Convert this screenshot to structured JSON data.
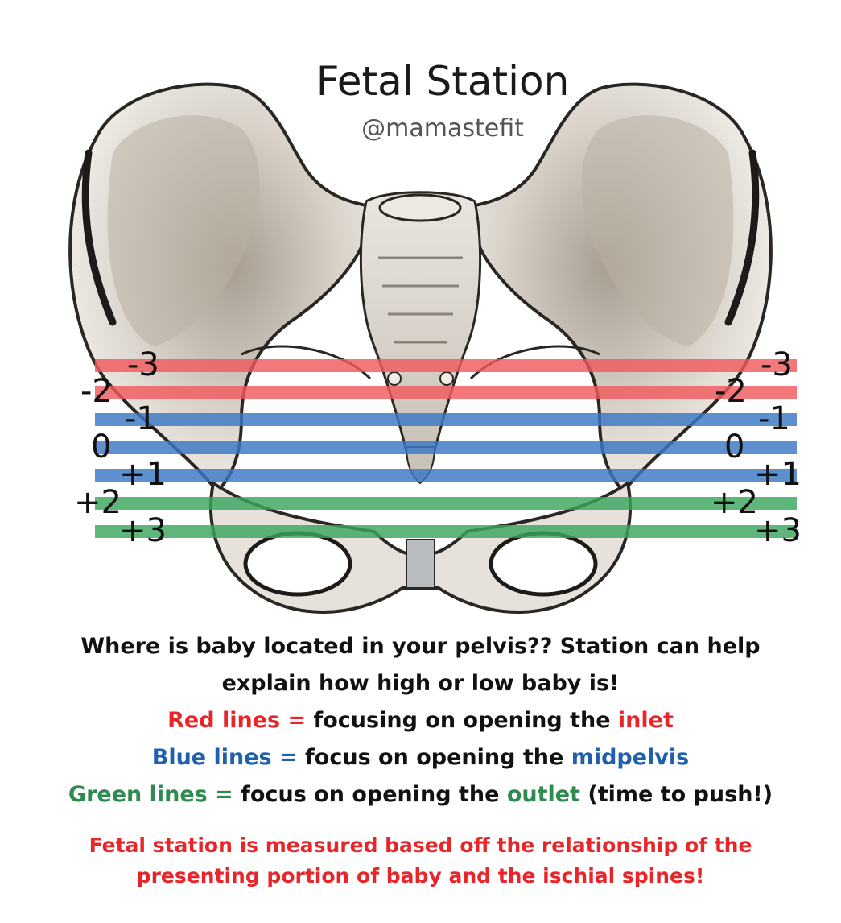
{
  "title": "Fetal Station",
  "handle": "@mamastefit",
  "colors": {
    "red": "#f05a5e",
    "blue": "#3a78c4",
    "green": "#3aa65e",
    "text_red": "#e8262a",
    "text_blue": "#1e5fae",
    "text_green": "#2e8a4e"
  },
  "stations": [
    {
      "label": "-3",
      "color": "red"
    },
    {
      "label": "-2",
      "color": "red"
    },
    {
      "label": "-1",
      "color": "blue"
    },
    {
      "label": "0",
      "color": "blue"
    },
    {
      "label": "+1",
      "color": "blue"
    },
    {
      "label": "+2",
      "color": "green"
    },
    {
      "label": "+3",
      "color": "green"
    }
  ],
  "caption": {
    "line1": "Where is baby located in your pelvis??  Station can help",
    "line2": "explain how high or low baby is!",
    "red_lead": "Red lines =",
    "red_text": " focusing on opening the ",
    "red_key": "inlet",
    "blue_lead": "Blue lines =",
    "blue_text": " focus on opening the ",
    "blue_key": "midpelvis",
    "green_lead": "Green lines =",
    "green_text": " focus on opening the ",
    "green_key": "outlet",
    "green_tail": " (time to push!)"
  },
  "footnote": {
    "line1": "Fetal station is measured based off the relationship of the",
    "line2": "presenting portion of baby and the ischial spines!"
  }
}
